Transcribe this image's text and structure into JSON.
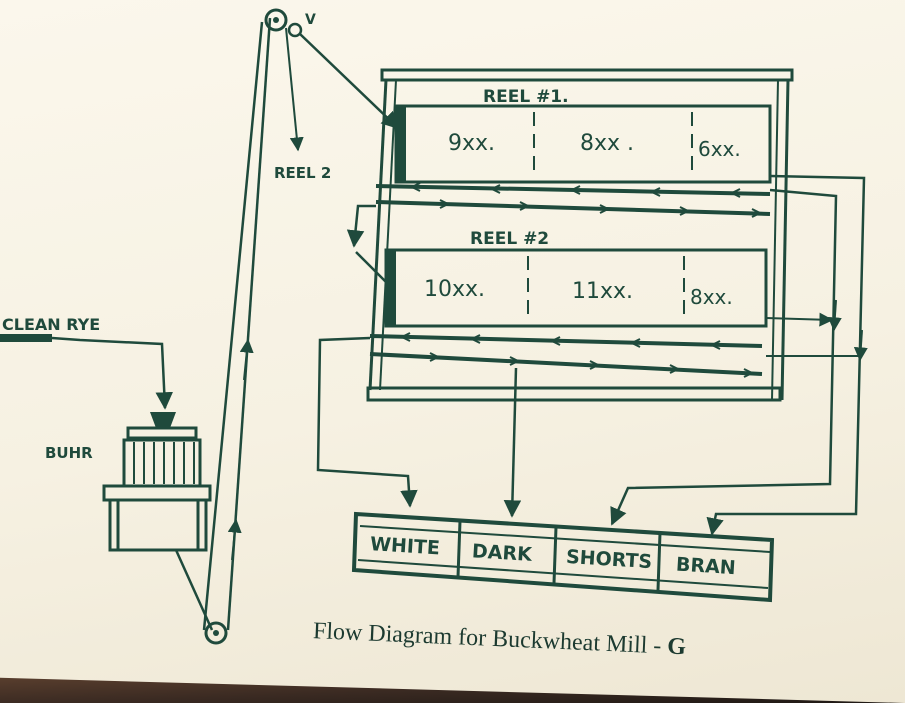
{
  "diagram": {
    "clean_rye_label": "CLEAN RYE",
    "buhr_label": "BUHR",
    "reel2_pointer_label": "REEL 2",
    "pulley_label": "V",
    "reel1": {
      "title": "REEL #1.",
      "sections": [
        "9xx.",
        "8xx .",
        "6xx."
      ]
    },
    "reel2": {
      "title": "REEL #2",
      "sections": [
        "10xx.",
        "11xx.",
        "8xx."
      ]
    },
    "bins": [
      "WHITE",
      "DARK",
      "SHORTS",
      "BRAN"
    ],
    "caption": "Flow Diagram for Buckwheat Mill - ",
    "caption_letter": "G"
  },
  "colors": {
    "ink": "#1f4a3c",
    "board": "#f8f3e6"
  }
}
